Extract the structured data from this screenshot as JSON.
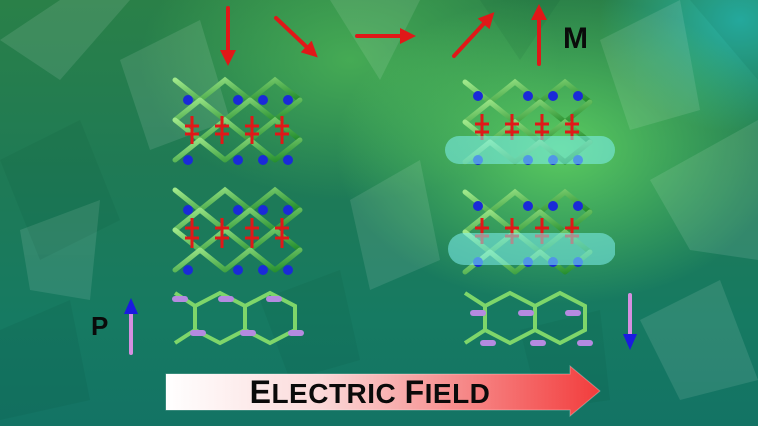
{
  "figure": {
    "magnetization_label": "M",
    "polarization_label": "P",
    "field_label_parts": [
      {
        "text": "E",
        "size": "big"
      },
      {
        "text": "LECTRIC ",
        "size": "small"
      },
      {
        "text": "F",
        "size": "big"
      },
      {
        "text": "IELD",
        "size": "small"
      }
    ],
    "field_label": "Electric Field",
    "magnetization_arrows": [
      {
        "direction": "down",
        "angle_deg": 90
      },
      {
        "direction": "down-right",
        "angle_deg": 45
      },
      {
        "direction": "right",
        "angle_deg": 0
      },
      {
        "direction": "up-right",
        "angle_deg": -45
      },
      {
        "direction": "up",
        "angle_deg": -90
      }
    ],
    "polarization_left": "up",
    "polarization_right": "down",
    "colors": {
      "magnetization_arrow": "#e01818",
      "polarization_shaft": "#d58fe0",
      "polarization_head": "#1a1ae0",
      "lattice_bond": "#2fa02f",
      "lattice_light": "#9fe88a",
      "spin_red": "#e01818",
      "ion_blue": "#1a2ad8",
      "ion_purple": "#b58ae0",
      "interface_glow": "#7ff0f0",
      "field_arrow_start": "#ffffff",
      "field_arrow_end": "#f23c3c"
    },
    "structures": [
      {
        "name": "initial-state",
        "interfaces_highlighted": false
      },
      {
        "name": "switched-state",
        "interfaces_highlighted": true
      }
    ]
  }
}
